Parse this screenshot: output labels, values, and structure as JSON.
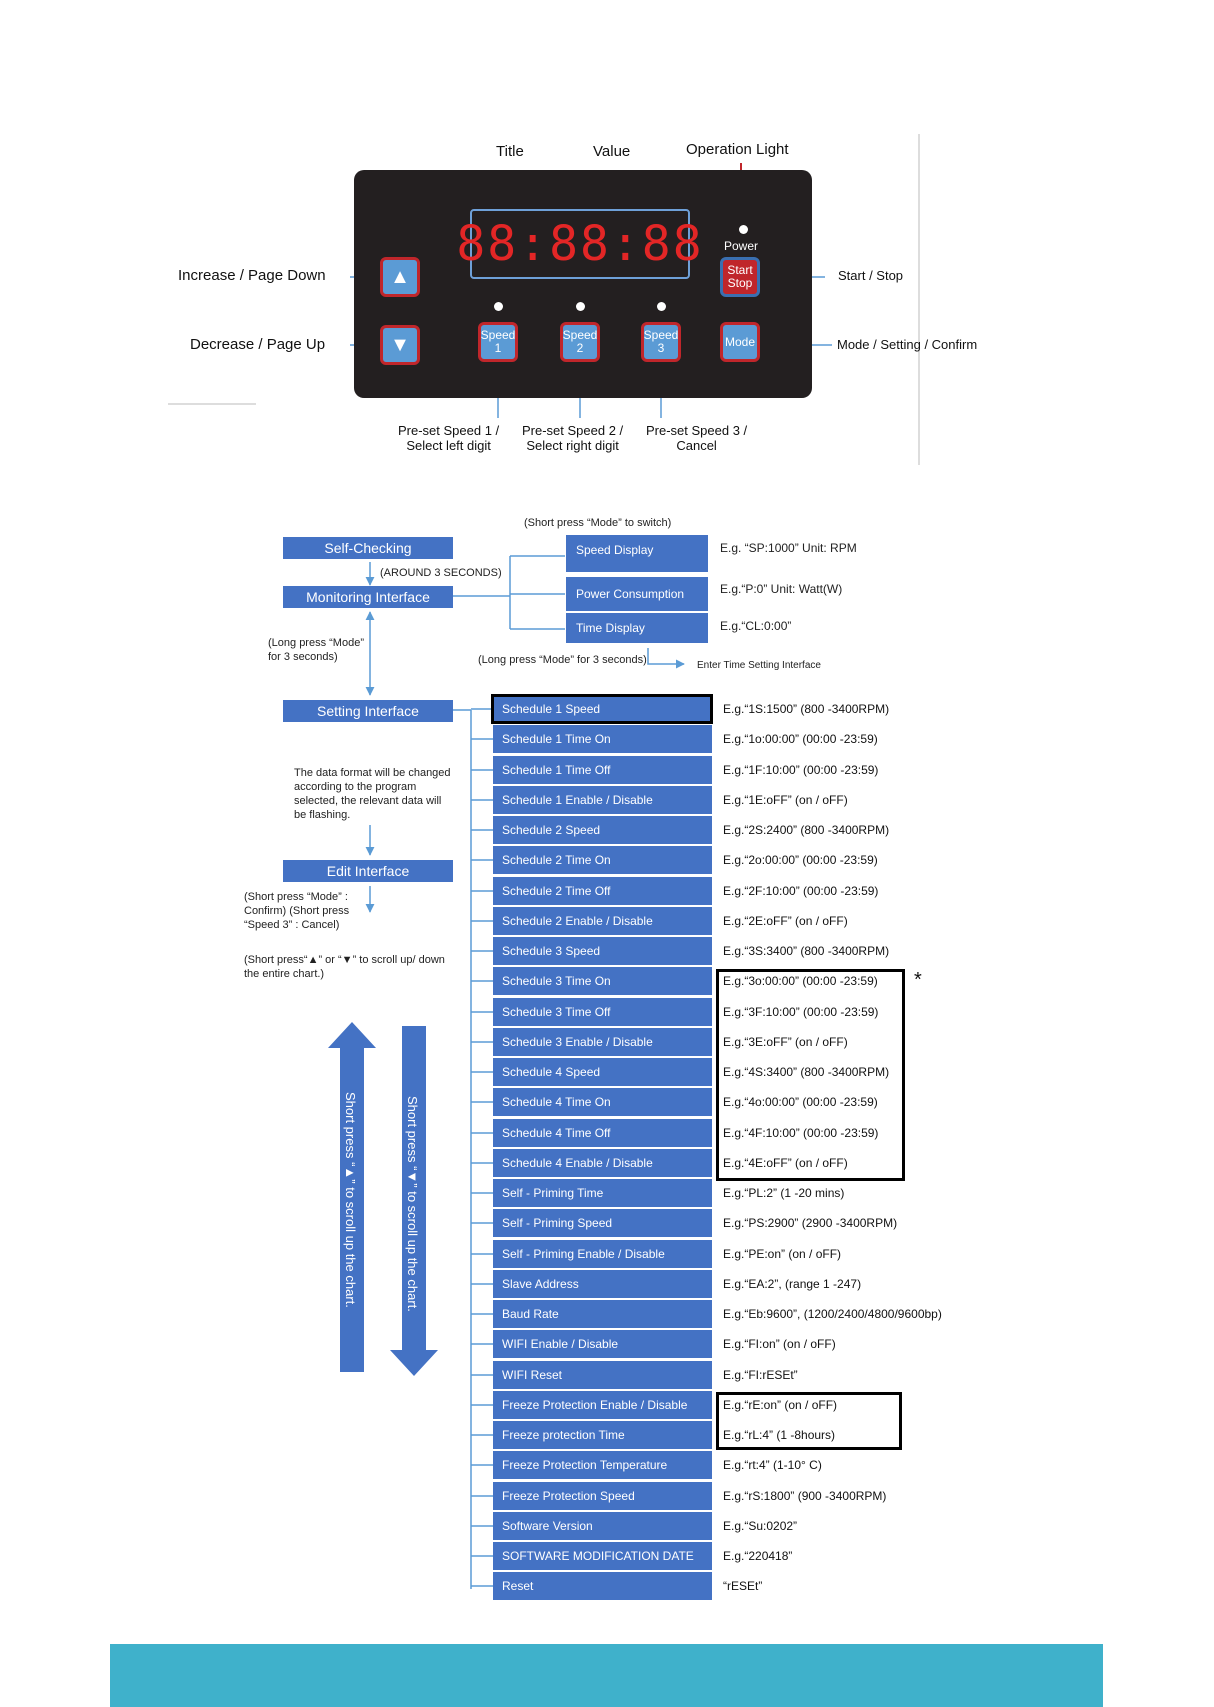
{
  "panel": {
    "labels": {
      "title": "Title",
      "value": "Value",
      "operation_light": "Operation Light",
      "increase": "Increase / Page Down",
      "decrease": "Decrease / Page Up",
      "start_stop": "Start / Stop",
      "mode_setting": "Mode / Setting / Confirm",
      "preset1_a": "Pre-set Speed 1 /",
      "preset1_b": "Select left digit",
      "preset2_a": "Pre-set Speed 2 /",
      "preset2_b": "Select right digit",
      "preset3_a": "Pre-set Speed 3 /",
      "preset3_b": "Cancel"
    },
    "display_text": "88:88:88",
    "power_label": "Power",
    "buttons": {
      "up": "▲",
      "down": "▼",
      "start_a": "Start",
      "start_b": "Stop",
      "speed1_a": "Speed",
      "speed1_b": "1",
      "speed2_a": "Speed",
      "speed2_b": "2",
      "speed3_a": "Speed",
      "speed3_b": "3",
      "mode": "Mode"
    }
  },
  "flow": {
    "switch_note": "(Short press “Mode” to switch)",
    "self_checking": "Self-Checking",
    "around": "(AROUND 3 SECONDS)",
    "monitoring": "Monitoring Interface",
    "monitor_items": [
      {
        "label": "Speed Display",
        "example": "E.g. “SP:1000” Unit: RPM"
      },
      {
        "label": "Power Consumption",
        "example": "E.g.“P:0” Unit: Watt(W)"
      },
      {
        "label": "Time Display",
        "example": "E.g.“CL:0:00”"
      }
    ],
    "long_press_time": "(Long press “Mode” for 3 seconds)",
    "enter_time": "Enter Time Setting Interface",
    "long_press_mode_a": "(Long press “Mode”",
    "long_press_mode_b": "for 3 seconds)",
    "setting": "Setting Interface",
    "note_lines": [
      "The data format will be changed",
      "according to the program",
      "selected, the relevant data will",
      "be flashing."
    ],
    "edit": "Edit Interface",
    "edit_note_lines": [
      "(Short press “Mode” :",
      "Confirm) (Short press",
      "“Speed 3” : Cancel)"
    ],
    "scroll_note_lines": [
      "(Short press“▲” or “▼” to scroll up/ down",
      "the entire chart.)"
    ],
    "arrow_up_text": "Short press “▲” to scroll up the chart.",
    "arrow_down_text": "Short press “▼” to scroll up the chart.",
    "asterisk": "*",
    "settings": [
      {
        "label": "Schedule 1 Speed",
        "example": "E.g.“1S:1500” (800  -3400RPM)"
      },
      {
        "label": "Schedule 1 Time On",
        "example": "E.g.“1o:00:00” (00:00  -23:59)"
      },
      {
        "label": "Schedule 1 Time Off",
        "example": "E.g.“1F:10:00” (00:00  -23:59)"
      },
      {
        "label": "Schedule 1 Enable / Disable",
        "example": "E.g.“1E:oFF” (on /  oFF)"
      },
      {
        "label": "Schedule 2 Speed",
        "example": "E.g.“2S:2400” (800  -3400RPM)"
      },
      {
        "label": "Schedule 2 Time On",
        "example": "E.g.“2o:00:00” (00:00  -23:59)"
      },
      {
        "label": "Schedule 2 Time Off",
        "example": "E.g.“2F:10:00” (00:00  -23:59)"
      },
      {
        "label": "Schedule 2 Enable / Disable",
        "example": "E.g.“2E:oFF” (on /  oFF)"
      },
      {
        "label": "Schedule 3 Speed",
        "example": "E.g.“3S:3400” (800  -3400RPM)"
      },
      {
        "label": "Schedule 3 Time On",
        "example": "E.g.“3o:00:00” (00:00  -23:59)"
      },
      {
        "label": "Schedule 3 Time Off",
        "example": "E.g.“3F:10:00” (00:00  -23:59)"
      },
      {
        "label": "Schedule 3 Enable / Disable",
        "example": "E.g.“3E:oFF” (on /  oFF)"
      },
      {
        "label": "Schedule 4 Speed",
        "example": "E.g.“4S:3400” (800  -3400RPM)"
      },
      {
        "label": "Schedule 4 Time On",
        "example": "E.g.“4o:00:00” (00:00  -23:59)"
      },
      {
        "label": "Schedule 4 Time Off",
        "example": "E.g.“4F:10:00” (00:00  -23:59)"
      },
      {
        "label": "Schedule 4 Enable / Disable",
        "example": "E.g.“4E:oFF” (on /  oFF)"
      },
      {
        "label": "Self - Priming Time",
        "example": "E.g.“PL:2” (1 -20 mins)"
      },
      {
        "label": "Self - Priming Speed",
        "example": "E.g.“PS:2900” (2900  -3400RPM)"
      },
      {
        "label": "Self - Priming Enable / Disable",
        "example": "E.g.“PE:on” (on /  oFF)"
      },
      {
        "label": "Slave Address",
        "example": "E.g.“EA:2”, (range 1 -247)"
      },
      {
        "label": "Baud Rate",
        "example": "E.g.“Eb:9600”, (1200/2400/4800/9600bp)"
      },
      {
        "label": "WIFI Enable / Disable",
        "example": "E.g.“FI:on” (on /  oFF)"
      },
      {
        "label": "WIFI Reset",
        "example": "E.g.“FI:rESEt”"
      },
      {
        "label": "Freeze Protection Enable / Disable",
        "example": "E.g.“rE:on”  (on /  oFF)"
      },
      {
        "label": " Freeze protection Time",
        "example": "E.g.“rL:4” (1 -8hours)"
      },
      {
        "label": "Freeze Protection  Temperature",
        "example": "E.g.“rt:4” (1-10° C)"
      },
      {
        "label": "Freeze Protection Speed",
        "example": "E.g.“rS:1800” (900  -3400RPM)"
      },
      {
        "label": "Software Version",
        "example": "E.g.“Su:0202”"
      },
      {
        "label": "SOFTWARE MODIFICATION DATE",
        "example": "E.g.“220418”"
      },
      {
        "label": "Reset",
        "example": "“rESEt”"
      }
    ]
  },
  "colors": {
    "box_blue": "#4472c4",
    "line_blue": "#5b9bd5",
    "annotation_red": "#e32626",
    "footer": "#3fb1cb"
  }
}
